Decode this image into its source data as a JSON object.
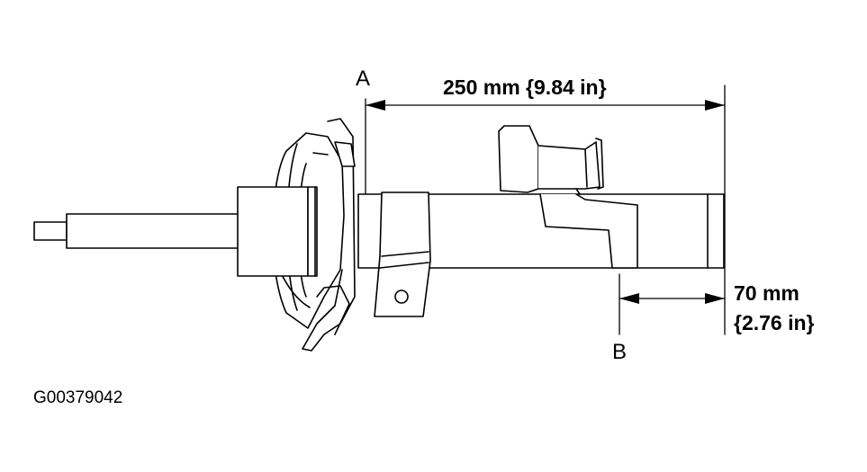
{
  "figure_id": "G00379042",
  "labels": {
    "point_a": "A",
    "point_b": "B"
  },
  "dimensions": {
    "overall": "250 mm {9.84 in}",
    "lower_metric": "70 mm",
    "lower_imperial": "{2.76 in}"
  },
  "colors": {
    "line": "#000000",
    "background": "#ffffff"
  }
}
